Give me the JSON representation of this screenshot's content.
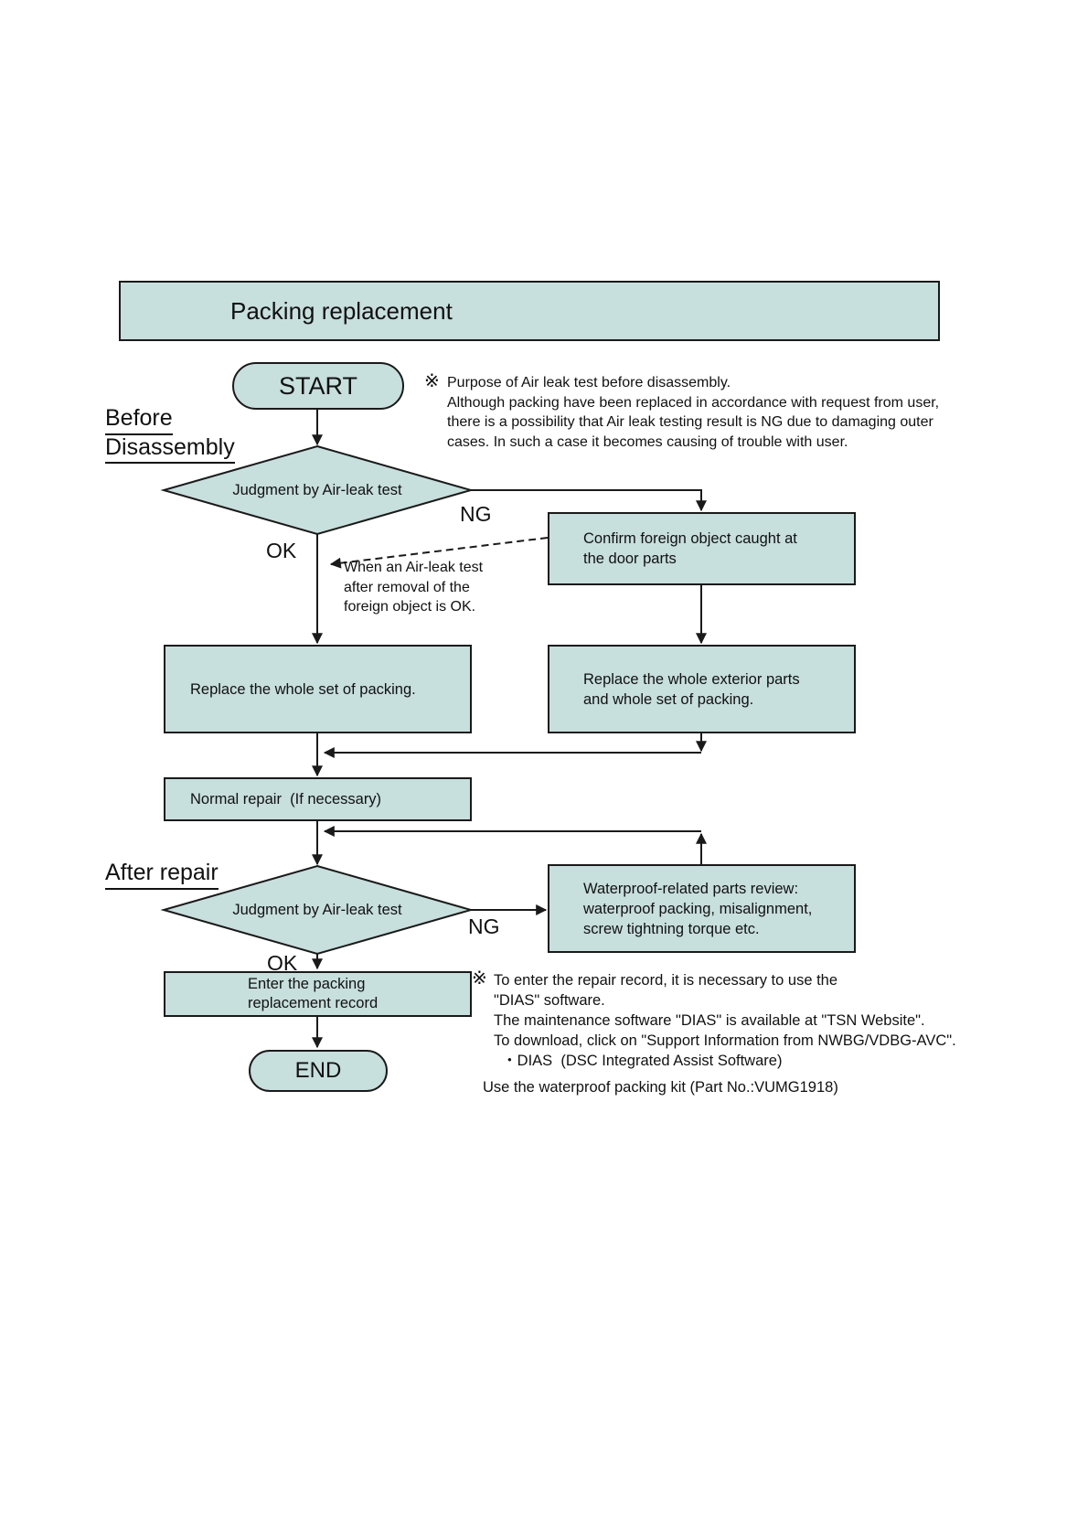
{
  "title": "Packing replacement",
  "colors": {
    "node_fill": "#c7dfdd",
    "line": "#1a1a1a"
  },
  "sections": {
    "before_line1": "Before",
    "before_line2": "Disassembly",
    "after": "After repair"
  },
  "nodes": {
    "start": "START",
    "judgment1": "Judgment by Air-leak test",
    "confirm": "Confirm foreign object caught at\nthe door parts",
    "replace_packing": "Replace the whole set of packing.",
    "replace_exterior": "Replace the whole exterior parts\nand whole set of packing.",
    "normal_repair": "Normal repair  (If necessary)",
    "judgment2": "Judgment by Air-leak test",
    "waterproof_review": "Waterproof-related parts review:\nwaterproof packing, misalignment,\nscrew tightning torque etc.",
    "enter_record": "Enter the packing\nreplacement record",
    "end": "END"
  },
  "edge_labels": {
    "ng1": "NG",
    "ok1": "OK",
    "ng2": "NG",
    "ok2": "OK"
  },
  "notes": {
    "marker1": "※",
    "marker2": "※",
    "purpose": "Purpose of Air leak test before disassembly.\nAlthough packing have been replaced in accordance with request from user,\nthere is a possibility that Air leak testing result is NG due to damaging outer\ncases. In such a case it becomes causing of trouble with user.",
    "airleak_ok": "When an Air-leak test\nafter removal of the\nforeign object is OK.",
    "dias": "To enter the repair record, it is necessary to use the\n\"DIAS\" software.\nThe maintenance software \"DIAS\" is available at \"TSN Website\".\nTo download, click on \"Support Information from NWBG/VDBG-AVC\".\n  ・DIAS  (DSC Integrated Assist Software)",
    "kit": "Use the waterproof packing kit (Part No.:VUMG1918)"
  }
}
